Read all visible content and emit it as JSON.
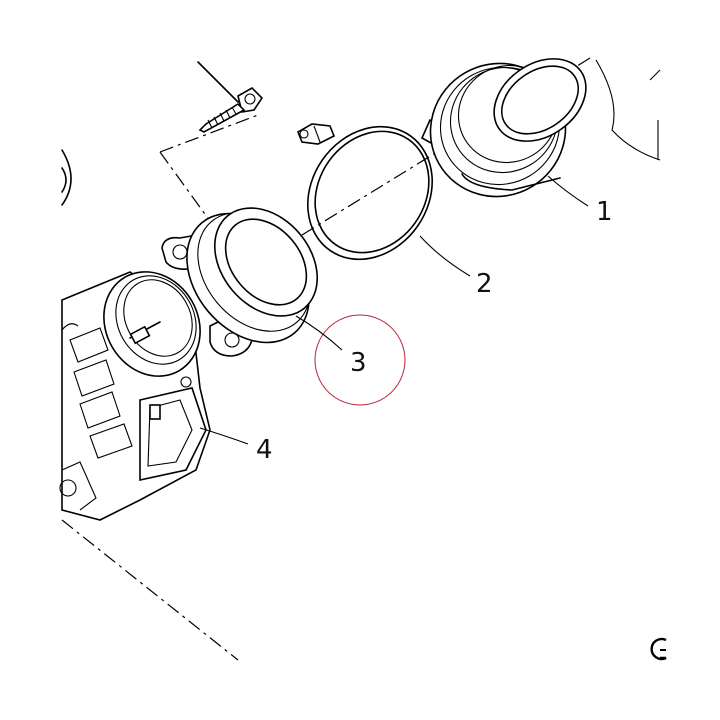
{
  "callouts": [
    {
      "id": "1",
      "label": "1"
    },
    {
      "id": "2",
      "label": "2"
    },
    {
      "id": "3",
      "label": "3"
    },
    {
      "id": "4",
      "label": "4"
    }
  ],
  "highlight_color": "#b3263a",
  "line_color": "#000000",
  "logo_text": "G"
}
